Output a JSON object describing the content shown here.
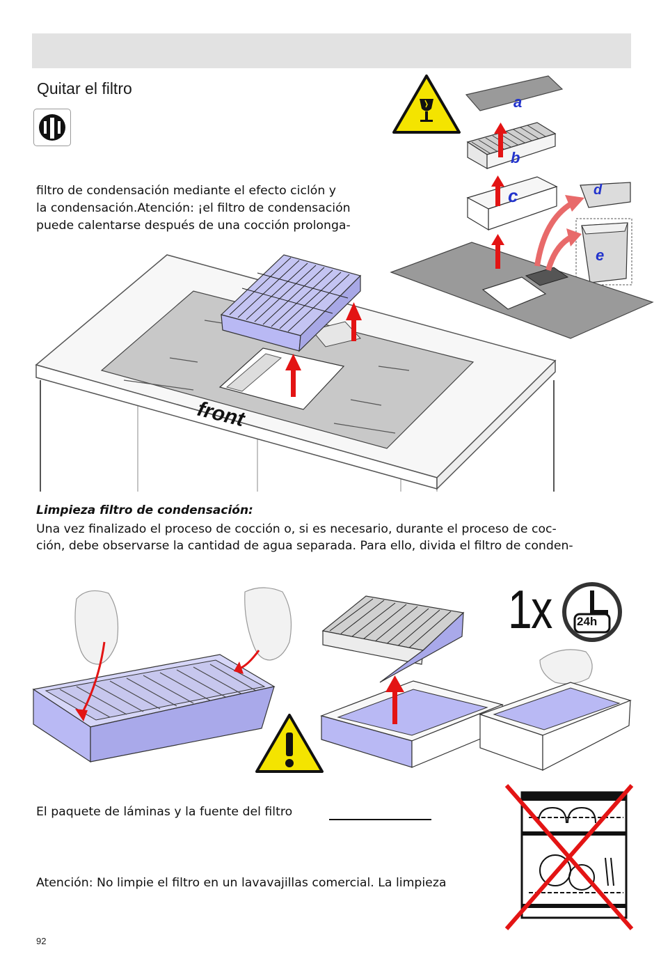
{
  "header": {
    "title": "Quitar el filtro"
  },
  "icons": {
    "info": "info-manual-icon",
    "fragile_warning": "fragile-glass-warning-icon",
    "general_warning": "exclamation-warning-icon",
    "clock": "clock-24h-icon",
    "no_dishwasher": "no-dishwasher-icon"
  },
  "top_paragraph": {
    "lines": [
      "filtro de condensación mediante el efecto ciclón y",
      "la condensación.Atención: ¡el filtro de condensación",
      "puede calentarse después de una cocción prolonga-"
    ]
  },
  "diagram_top": {
    "part_labels": [
      "a",
      "b",
      "c",
      "d",
      "e"
    ],
    "front_label": "front"
  },
  "cleaning_section": {
    "heading": "Limpieza filtro de condensación:",
    "lines": [
      "Una vez finalizado el proceso de cocción o, si es necesario, durante el proceso de coc-",
      "ción, debe observarse la cantidad de agua separada. Para ello, divida el filtro de conden-"
    ]
  },
  "frequency": {
    "count": "1x",
    "period": "24h"
  },
  "bottom": {
    "line_a": "El paquete de láminas y la fuente del filtro",
    "line_b": "Atención: No limpie el filtro en un lavavajillas comercial. La limpieza"
  },
  "page_number": "92",
  "colors": {
    "filter_blue": "#b9b9f4",
    "arrow_red": "#e31414",
    "warning_yellow": "#f4e400",
    "label_blue": "#2233cc",
    "header_gray": "#e2e2e2"
  }
}
